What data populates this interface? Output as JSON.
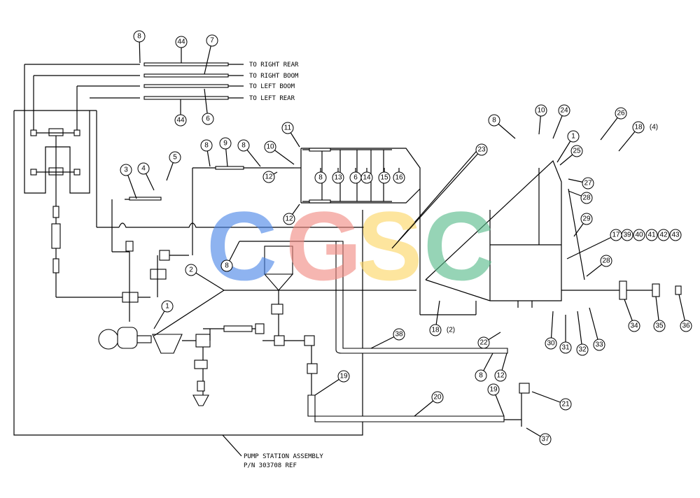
{
  "outlets": [
    "TO RIGHT REAR",
    "TO RIGHT BOOM",
    "TO LEFT BOOM",
    "TO LEFT REAR"
  ],
  "assembly_note": {
    "line1": "PUMP STATION ASSEMBLY",
    "line2": "P/N 303708 REF"
  },
  "watermark": {
    "letters": [
      "C",
      "G",
      "S",
      "C"
    ],
    "colors": [
      "#4a86e8",
      "#f28b82",
      "#fdd663",
      "#57bb8a"
    ]
  },
  "callouts": [
    "8",
    "44",
    "7",
    "6",
    "44",
    "3",
    "4",
    "5",
    "8",
    "9",
    "8",
    "10",
    "11",
    "12",
    "12",
    "8",
    "13",
    "6",
    "14",
    "15",
    "16",
    "8",
    "10",
    "24",
    "1",
    "26",
    "18 (4)",
    "23",
    "25",
    "27",
    "28",
    "29",
    "17",
    "39",
    "40",
    "41",
    "42",
    "43",
    "28",
    "2",
    "8",
    "1",
    "38",
    "18 (2)",
    "22",
    "8",
    "12",
    "30",
    "31",
    "32",
    "33",
    "34",
    "35",
    "36",
    "19",
    "20",
    "19",
    "21",
    "37"
  ]
}
